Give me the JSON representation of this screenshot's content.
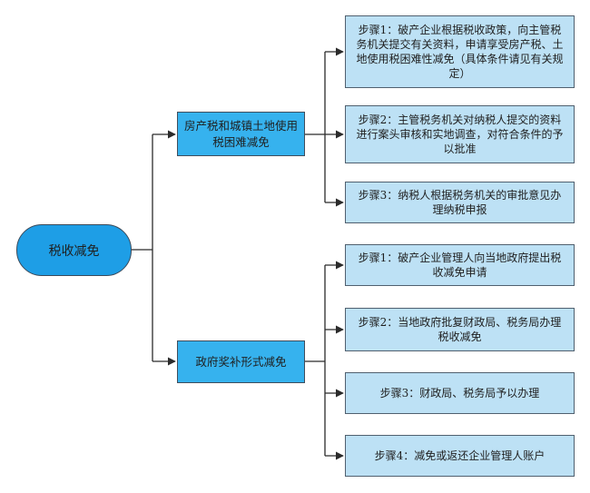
{
  "root": {
    "label": "税收减免"
  },
  "branches": [
    {
      "label": "房产税和城镇土地使用税困难减免",
      "steps": [
        "步骤1：破产企业根据税收政策，向主管税务机关提交有关资料，申请享受房产税、土地使用税困难性减免（具体条件请见有关规定）",
        "步骤2：主管税务机关对纳税人提交的资料进行案头审核和实地调查，对符合条件的予以批准",
        "步骤3：纳税人根据税务机关的审批意见办理纳税申报"
      ]
    },
    {
      "label": "政府奖补形式减免",
      "steps": [
        "步骤1：破产企业管理人向当地政府提出税收减免申请",
        "步骤2：当地政府批复财政局、税务局办理税收减免",
        "步骤3：财政局、税务局予以办理",
        "步骤4：减免或返还企业管理人账户"
      ]
    }
  ]
}
